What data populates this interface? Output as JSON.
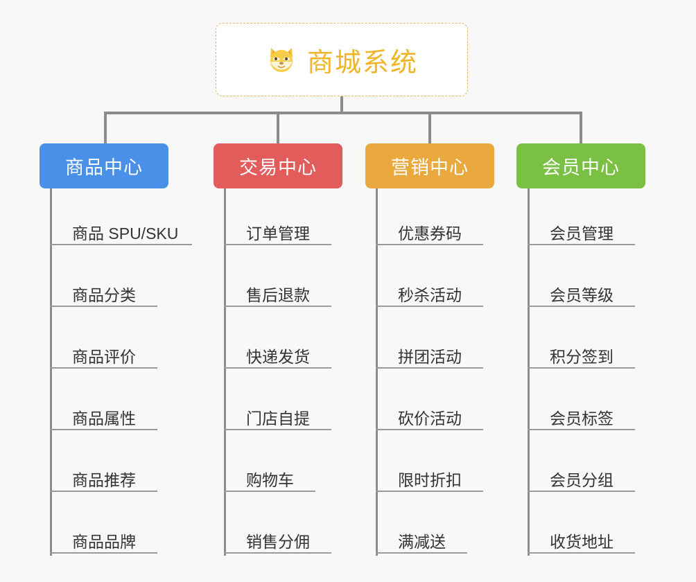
{
  "theme": {
    "background": "#f8f8f8",
    "connector_color": "#8c8c8c",
    "leaf_line_color": "#9a9a9a",
    "leaf_text_color": "#333333",
    "root_border_color": "#eab65a",
    "root_text_color": "#f0b429"
  },
  "root": {
    "title": "商城系统",
    "icon": "shiba-dog-face-emoji"
  },
  "branches": [
    {
      "id": "product-center",
      "label": "商品中心",
      "color": "#4a90e8",
      "items": [
        "商品 SPU/SKU",
        "商品分类",
        "商品评价",
        "商品属性",
        "商品推荐",
        "商品品牌"
      ]
    },
    {
      "id": "trade-center",
      "label": "交易中心",
      "color": "#e25c5c",
      "items": [
        "订单管理",
        "售后退款",
        "快递发货",
        "门店自提",
        "购物车",
        "销售分佣"
      ]
    },
    {
      "id": "marketing-center",
      "label": "营销中心",
      "color": "#eaa93e",
      "items": [
        "优惠券码",
        "秒杀活动",
        "拼团活动",
        "砍价活动",
        "限时折扣",
        "满减送"
      ]
    },
    {
      "id": "member-center",
      "label": "会员中心",
      "color": "#7ac143",
      "items": [
        "会员管理",
        "会员等级",
        "积分签到",
        "会员标签",
        "会员分组",
        "收货地址"
      ]
    }
  ]
}
